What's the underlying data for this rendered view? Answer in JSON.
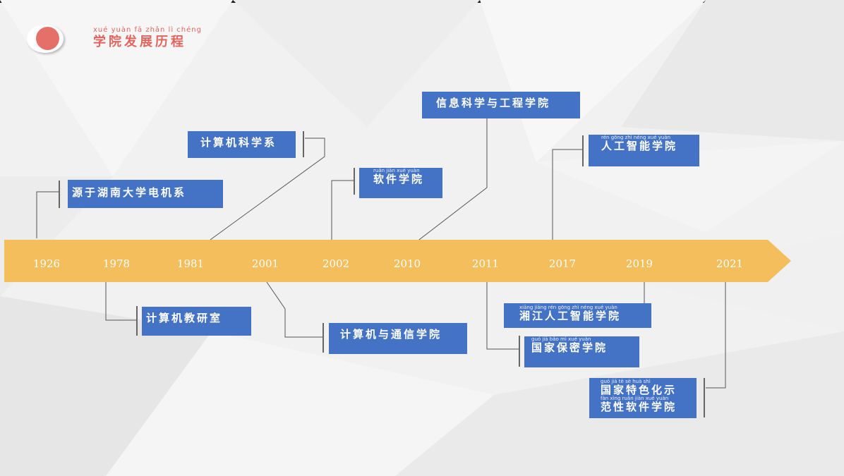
{
  "header": {
    "title_pinyin": "xué yuàn fā zhǎn lì chéng",
    "title": "学院发展历程"
  },
  "colors": {
    "timeline_bar": "#f4be5d",
    "event_box": "#4472c4",
    "title_accent": "#e0655f",
    "logo_dot": "#e5706a"
  },
  "timeline": {
    "years": [
      "1926",
      "1978",
      "1981",
      "2001",
      "2002",
      "2010",
      "2011",
      "2017",
      "2019",
      "2021"
    ]
  },
  "events": [
    {
      "pinyin": "",
      "text": "源于湖南大学电机系"
    },
    {
      "pinyin": "",
      "text": "计算机科学系"
    },
    {
      "pinyin": "ruǎn jiàn xué yuàn",
      "text": "软件学院"
    },
    {
      "pinyin": "",
      "text": "信息科学与工程学院"
    },
    {
      "pinyin": "rén gōng zhì néng xué yuàn",
      "text": "人工智能学院"
    },
    {
      "pinyin": "",
      "text": "计算机教研室"
    },
    {
      "pinyin": "",
      "text": "计算机与通信学院"
    },
    {
      "pinyin": "xiāng jiāng rén gōng zhì néng xué yuàn",
      "text": "湘江人工智能学院"
    },
    {
      "pinyin": "guó jiā bǎo mì xué yuàn",
      "text": "国家保密学院"
    },
    {
      "pinyin": "guó jiā tè sè huà shì",
      "text": "国家特色化示",
      "pinyin2": "fàn xìng ruǎn jiàn xué yuàn",
      "text2": "范性软件学院"
    }
  ]
}
